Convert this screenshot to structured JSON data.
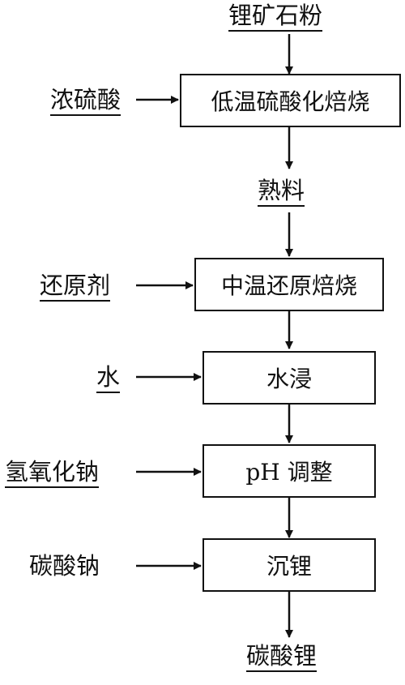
{
  "top_material": "锂矿石粉",
  "steps": [
    {
      "input": "浓硫酸",
      "process": "低温硫酸化焙烧"
    },
    {
      "input": "还原剂",
      "process": "中温还原焙烧"
    },
    {
      "input": "水",
      "process": "水浸"
    },
    {
      "input": "氢氧化钠",
      "process": "pH 调整"
    },
    {
      "input": "碳酸钠",
      "process": "沉锂"
    }
  ],
  "intermediate": "熟料",
  "final_product": "碳酸锂"
}
